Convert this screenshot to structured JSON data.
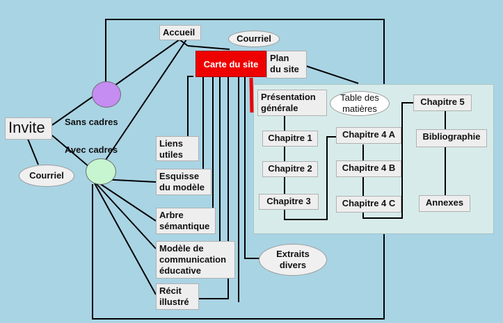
{
  "nodes": {
    "accueil": "Accueil",
    "courriel_top": "Courriel",
    "carte_du_site": "Carte du site",
    "plan_du_site": "Plan\ndu site",
    "invite": "Invite",
    "sans_cadres": "Sans cadres",
    "avec_cadres": "Avec cadres",
    "courriel_left": "Courriel",
    "liens_utiles": "Liens\nutiles",
    "esquisse": "Esquisse\ndu modèle",
    "arbre": "Arbre\nsémantique",
    "modele": "Modèle de\ncommunication\néducative",
    "recit": "Récit\nillustré",
    "extraits": "Extraits\ndivers",
    "presentation": "Présentation\ngénérale",
    "table_matieres": "Table des\nmatières",
    "chapitre_1": "Chapitre 1",
    "chapitre_2": "Chapitre 2",
    "chapitre_3": "Chapitre 3",
    "chapitre_4a": "Chapitre 4 A",
    "chapitre_4b": "Chapitre 4 B",
    "chapitre_4c": "Chapitre 4 C",
    "chapitre_5": "Chapitre 5",
    "bibliographie": "Bibliographie",
    "annexes": "Annexes"
  },
  "colors": {
    "background": "#a9d4e4",
    "panel": "#d7ecea",
    "highlight_red": "#ee0000",
    "sans_cadres_circle": "#c58cf2",
    "avec_cadres_circle": "#c6f5cf",
    "line": "#000000"
  }
}
